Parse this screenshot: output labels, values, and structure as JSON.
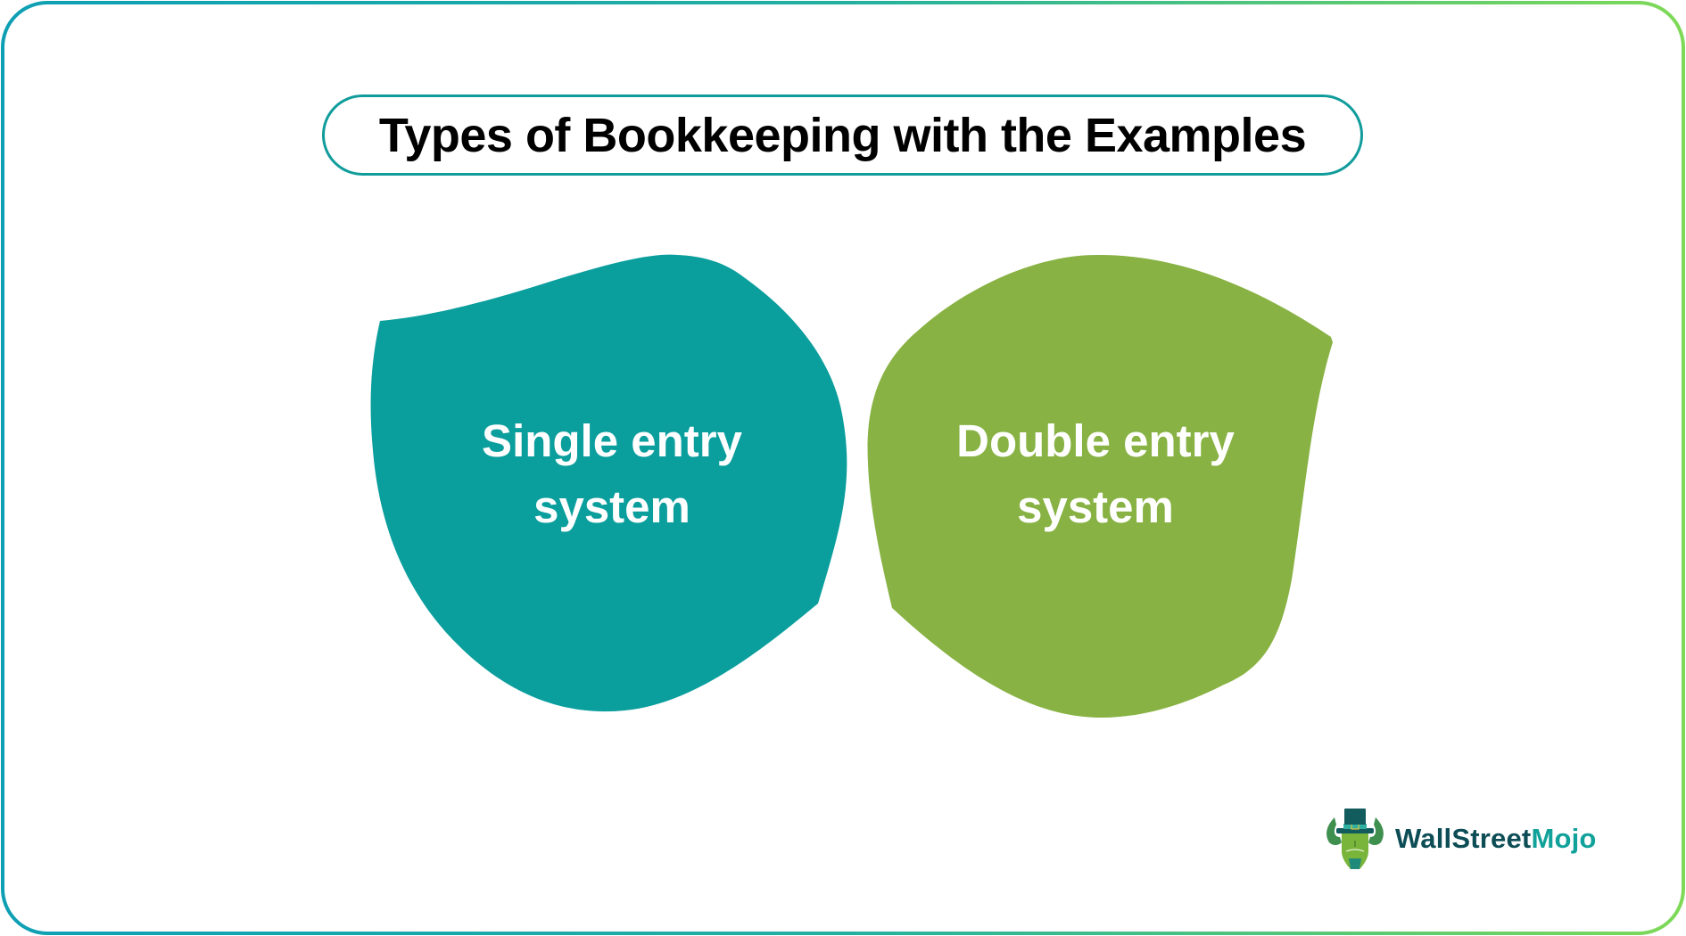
{
  "title": "Types of Bookkeeping with the Examples",
  "colors": {
    "frame_gradient_start": "#0e9fb5",
    "frame_gradient_end": "#7ed957",
    "title_border": "#109c9b",
    "title_text": "#000000",
    "single_entry_fill": "#0a9e9d",
    "double_entry_fill": "#88b243",
    "blob_text": "#ffffff",
    "logo_dark": "#0d4d55",
    "logo_teal": "#10a19a"
  },
  "types": [
    {
      "id": "single-entry",
      "line1": "Single entry",
      "line2": "system"
    },
    {
      "id": "double-entry",
      "line1": "Double entry",
      "line2": "system"
    }
  ],
  "logo": {
    "icon": "bull-with-top-hat-icon",
    "text_part1": "WallStreet",
    "text_part2": "Mojo"
  }
}
